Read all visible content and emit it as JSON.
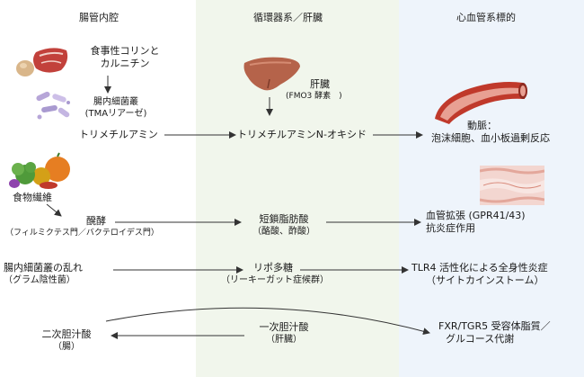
{
  "columns": {
    "gut": "腸管内腔",
    "liver": "循環器系／肝臓",
    "heart": "心血管系標的"
  },
  "gut": {
    "choline_line1": "食事性コリンと",
    "choline_line2": "カルニチン",
    "bacteria_line1": "腸内細菌叢",
    "bacteria_line2": "(TMAリアーゼ)",
    "tma": "トリメチルアミン",
    "fiber": "食物繊維",
    "ferment_label": "醗酵",
    "ferment_sub": "（フィルミクテス門／バクテロイデス門）",
    "dysbiosis_line1": "腸内細菌叢の乱れ",
    "dysbiosis_line2": "（グラム陰性菌）",
    "secondary_line1": "二次胆汁酸",
    "secondary_line2": "（腸）"
  },
  "liver": {
    "organ_label": "肝臓",
    "fmo3": "(FMO3  酵素　)",
    "tmao": "トリメチルアミンN-オキシド",
    "scfa_line1": "短鎖脂肪酸",
    "scfa_line2": "（酪酸、酢酸）",
    "lps_line1": "リポ多糖",
    "lps_line2": "（リーキーガット症候群）",
    "primary_line1": "一次胆汁酸",
    "primary_line2": "（肝臓）"
  },
  "heart": {
    "artery_line1": "動脈：",
    "artery_line2": "泡沫細胞、血小板過剰反応",
    "vaso_line1": "血管拡張 (GPR41/43)",
    "vaso_line2": "抗炎症作用",
    "tlr4_line1": "TLR4 活性化による全身性炎症",
    "tlr4_line2": "（サイトカインストーム）",
    "fxr_line1": "FXR/TGR5 受容体脂質／",
    "fxr_line2": "グルコース代謝"
  },
  "colors": {
    "liver_panel": "#f1f6ec",
    "heart_panel": "#eef4fb",
    "liver_organ": "#b5634a",
    "artery": "#c0392b",
    "arrow": "#333333"
  },
  "icons": [
    "meat-egg-icon",
    "bacteria-icon",
    "liver-icon",
    "artery-icon",
    "vegetables-icon",
    "vessel-tissue-icon"
  ]
}
